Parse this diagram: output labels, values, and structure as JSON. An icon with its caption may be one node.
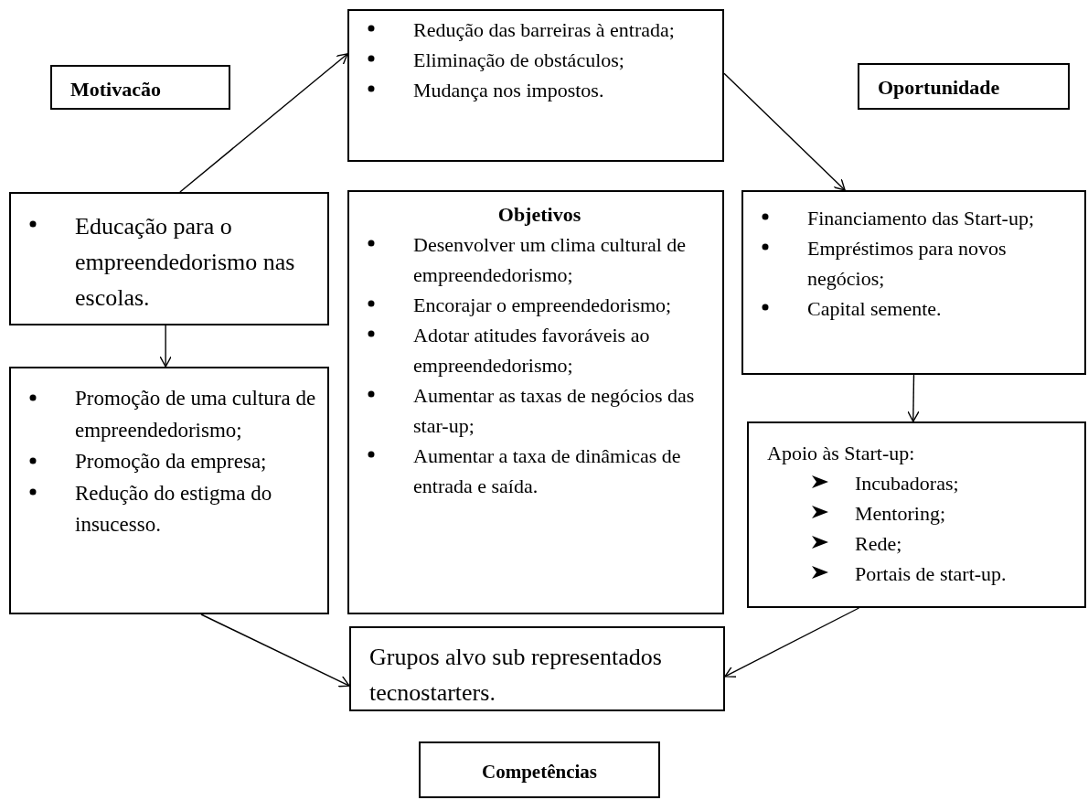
{
  "diagram": {
    "nodes": [
      {
        "text": [
          "Motivacão"
        ]
      },
      {
        "text": [
          "Redução das barreiras à entrada;",
          "Eliminação de obstáculos;",
          "Mudança nos impostos."
        ]
      },
      {
        "text": [
          "Oportunidade"
        ]
      },
      {
        "text": [
          "Educação para o empreendedorismo nas escolas."
        ]
      },
      {
        "text": [
          "Objetivos",
          "Desenvolver um clima cultural de empreendedorismo;",
          "Encorajar o empreendedorismo;",
          "Adotar atitudes favoráveis ao empreendedorismo;",
          "Aumentar as taxas de negócios das star-up;",
          "Aumentar a taxa de dinâmicas de entrada e saída."
        ]
      },
      {
        "text": [
          "Financiamento das Start-up;",
          "Empréstimos para novos negócios;",
          "Capital semente."
        ]
      },
      {
        "text": [
          "Promoção de uma cultura de empreendedorismo;",
          "Promoção da empresa;",
          "Redução do estigma do insucesso."
        ]
      },
      {
        "text": [
          "Apoio às Start-up:",
          "Incubadoras;",
          "Mentoring;",
          "Rede;",
          "Portais de start-up."
        ]
      },
      {
        "text": [
          "Grupos alvo sub representados tecnostarters."
        ]
      },
      {
        "text": [
          "Competências"
        ]
      }
    ],
    "edges": [
      {
        "from": 3,
        "to": 1,
        "arrow": "to"
      },
      {
        "from": 1,
        "to": 5,
        "arrow": "to"
      },
      {
        "from": 3,
        "to": 6,
        "arrow": "to"
      },
      {
        "from": 5,
        "to": 7,
        "arrow": "to"
      },
      {
        "from": 6,
        "to": 8,
        "arrow": "to"
      },
      {
        "from": 7,
        "to": 8,
        "arrow": "to"
      }
    ]
  }
}
